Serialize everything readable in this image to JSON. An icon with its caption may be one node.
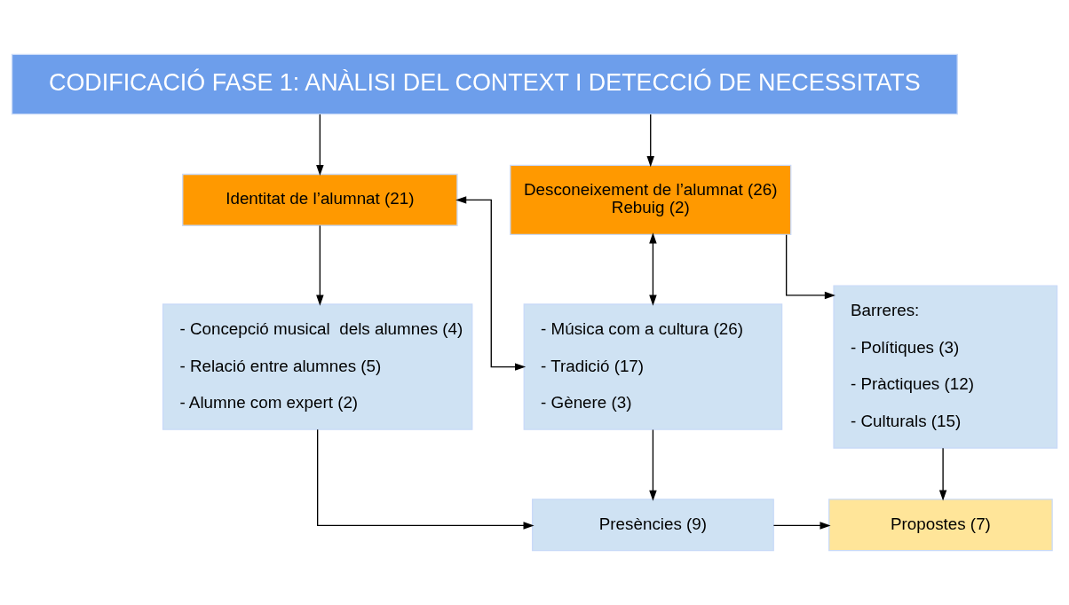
{
  "diagram": {
    "nodes": [
      {
        "text": [
          "CODIFICACIÓ FASE 1: ANÀLISI DEL CONTEXT I DETECCIÓ DE NECESSITATS"
        ]
      },
      {
        "text": [
          "Identitat de l’alumnat (21)"
        ]
      },
      {
        "text": [
          "Desconeixement de l’alumnat (26)",
          "Rebuig (2)"
        ]
      },
      {
        "text": [
          "- Concepció musical  dels alumnes (4)",
          "- Relació entre alumnes (5)",
          "- Alumne com expert (2)"
        ]
      },
      {
        "text": [
          "- Música com a cultura (26)",
          "- Tradició (17)",
          "- Gènere (3)"
        ]
      },
      {
        "text": [
          "Barreres:",
          "- Polítiques (3)",
          "- Pràctiques (12)",
          "- Culturals (15)"
        ]
      },
      {
        "text": [
          "Presències (9)"
        ]
      },
      {
        "text": [
          "Propostes (7)"
        ]
      }
    ],
    "edges": [
      {
        "from": 0,
        "to": 1,
        "arrow": "to"
      },
      {
        "from": 0,
        "to": 2,
        "arrow": "to"
      },
      {
        "from": 1,
        "to": 4,
        "arrow": "both"
      },
      {
        "from": 2,
        "to": 4,
        "arrow": "both"
      },
      {
        "from": 1,
        "to": 3,
        "arrow": "to"
      },
      {
        "from": 2,
        "to": 5,
        "arrow": "to"
      },
      {
        "from": 4,
        "to": 6,
        "arrow": "to"
      },
      {
        "from": 3,
        "to": 6,
        "arrow": "to"
      },
      {
        "from": 6,
        "to": 7,
        "arrow": "to"
      },
      {
        "from": 5,
        "to": 7,
        "arrow": "to"
      }
    ]
  }
}
